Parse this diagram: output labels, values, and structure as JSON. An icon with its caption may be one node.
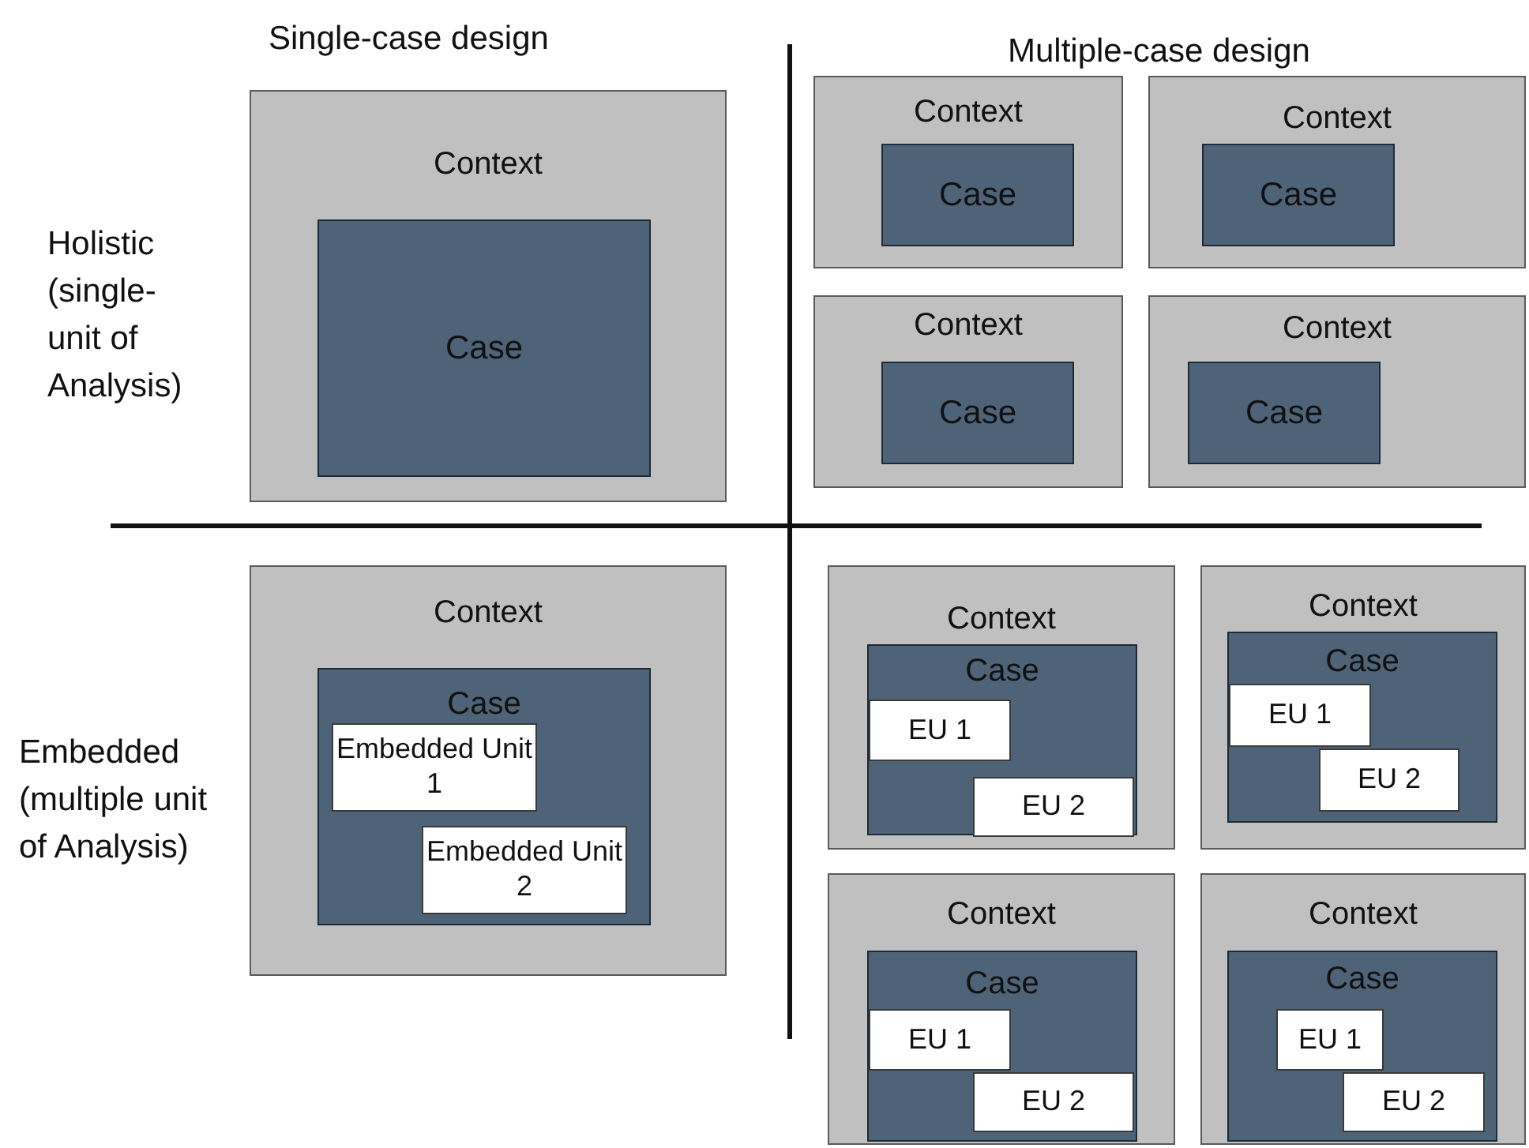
{
  "diagram": {
    "nodes": [
      {
        "text": [
          "Context"
        ]
      },
      {
        "text": [
          "Case"
        ],
        "in": 0
      },
      {
        "text": [
          "Context"
        ]
      },
      {
        "text": [
          "Case"
        ],
        "in": 2
      },
      {
        "text": [
          "Context"
        ]
      },
      {
        "text": [
          "Case"
        ],
        "in": 4
      },
      {
        "text": [
          "Context"
        ]
      },
      {
        "text": [
          "Case"
        ],
        "in": 6
      },
      {
        "text": [
          "Context"
        ]
      },
      {
        "text": [
          "Case"
        ],
        "in": 8
      },
      {
        "text": [
          "Context"
        ]
      },
      {
        "text": [
          "Case"
        ],
        "in": 10
      },
      {
        "text": [
          "Embedded Unit 1"
        ],
        "in": 11
      },
      {
        "text": [
          "Embedded Unit 2"
        ],
        "in": 11
      },
      {
        "text": [
          "Context"
        ]
      },
      {
        "text": [
          "Case"
        ],
        "in": 14
      },
      {
        "text": [
          "EU 1"
        ],
        "in": 15
      },
      {
        "text": [
          "EU 2"
        ],
        "in": 15
      },
      {
        "text": [
          "Context"
        ]
      },
      {
        "text": [
          "Case"
        ],
        "in": 18
      },
      {
        "text": [
          "EU 1"
        ],
        "in": 19
      },
      {
        "text": [
          "EU 2"
        ],
        "in": 19
      },
      {
        "text": [
          "Context"
        ]
      },
      {
        "text": [
          "Case"
        ],
        "in": 22
      },
      {
        "text": [
          "EU 1"
        ],
        "in": 23
      },
      {
        "text": [
          "EU 2"
        ],
        "in": 23
      },
      {
        "text": [
          "Context"
        ]
      },
      {
        "text": [
          "Case"
        ],
        "in": 26
      },
      {
        "text": [
          "EU 1"
        ],
        "in": 27
      },
      {
        "text": [
          "EU 2"
        ],
        "in": 27
      }
    ],
    "labels": [
      "Single-case design",
      "Multiple-case design",
      "Holistic (single-unit of Analysis)",
      "Embedded (multiple unit of Analysis)"
    ]
  }
}
